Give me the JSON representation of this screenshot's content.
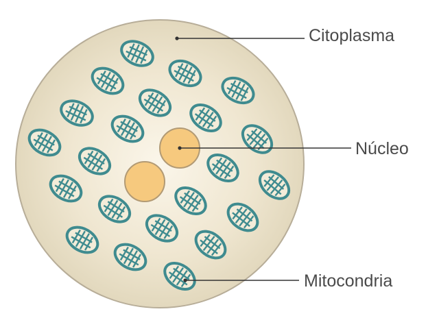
{
  "labels": {
    "cytoplasm": "Citoplasma",
    "nucleus": "Núcleo",
    "mitochondria": "Mitocondria"
  },
  "colors": {
    "cell_center": "#f7efdd",
    "cell_edge": "#e0d5ba",
    "cell_border": "#b7ad98",
    "nucleus_fill": "#f6c97e",
    "nucleus_border": "#b29a74",
    "mito_stroke": "#3f8b8f",
    "mito_inner": "#f3ecd9",
    "leader_line": "#333333",
    "label_text": "#4a4a4a"
  },
  "icons": {
    "cell": "cell-icon",
    "nucleus": "nucleus-icon",
    "mitochondrion": "mitochondrion-icon"
  }
}
